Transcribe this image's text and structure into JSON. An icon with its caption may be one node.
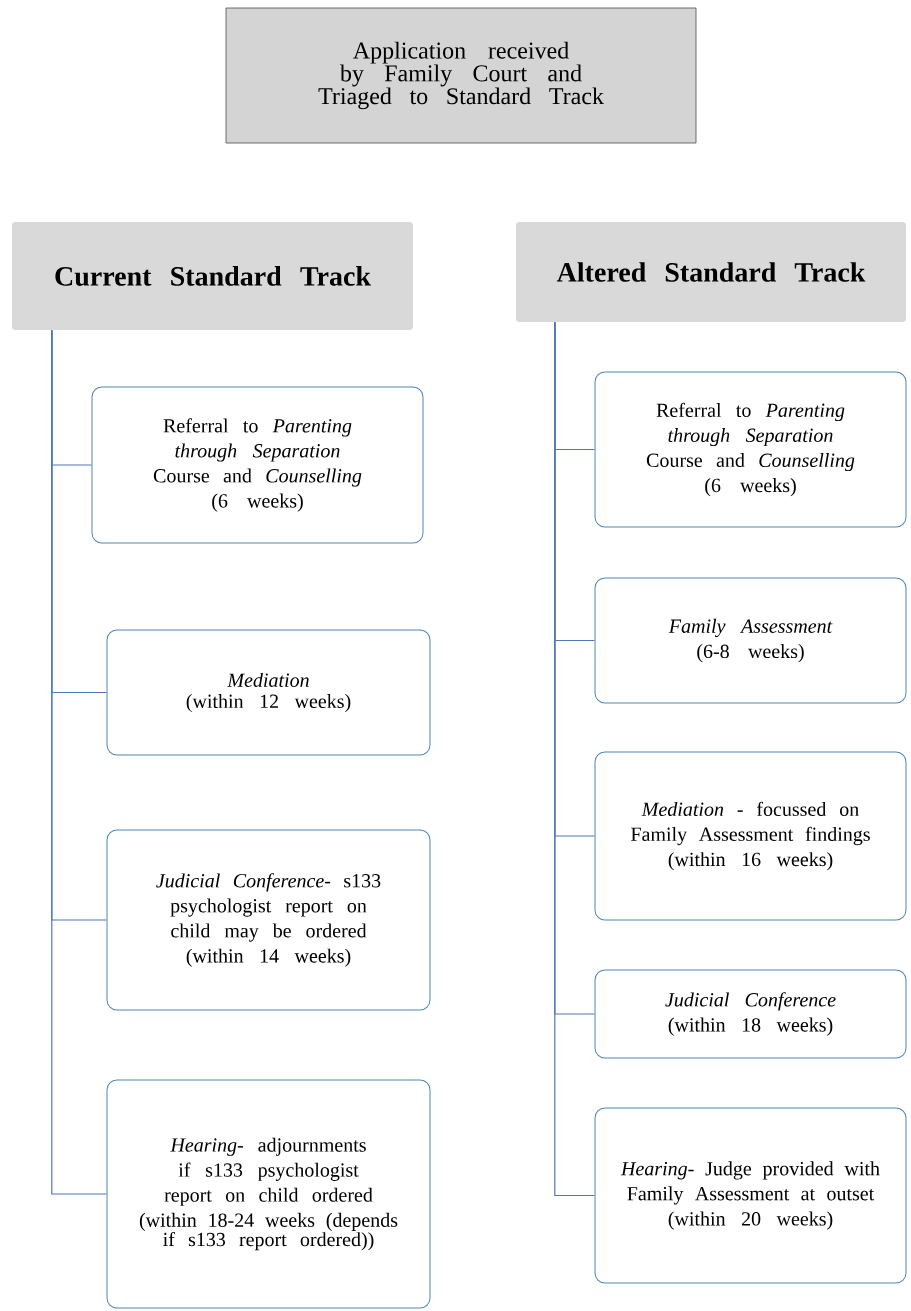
{
  "diagram": {
    "nodes": [
      {
        "text": [
          "Application received by Family Court and Triaged to Standard Track"
        ]
      },
      {
        "text": [
          "Current Standard Track"
        ]
      },
      {
        "text": [
          "Referral to *Parenting through Separation* Course and *Counselling*",
          "(6 weeks)"
        ]
      },
      {
        "text": [
          "Mediation",
          "(within 12 weeks)"
        ]
      },
      {
        "text": [
          "*Judicial Conference*- s133 psychologist report on child may be ordered",
          "(within 14 weeks)"
        ]
      },
      {
        "text": [
          "*Hearing*- adjournments if s133 psychologist report on child ordered",
          "(within 18-24 weeks (depends if s133 report ordered))"
        ]
      },
      {
        "text": [
          "Altered Standard Track"
        ]
      },
      {
        "text": [
          "Referral to *Parenting through Separation* Course and *Counselling*",
          "(6 weeks)"
        ]
      },
      {
        "text": [
          "Family Assessment",
          "(6-8 weeks)"
        ]
      },
      {
        "text": [
          "*Mediation* - focussed on Family Assessment findings",
          "(within 16 weeks)"
        ]
      },
      {
        "text": [
          "Judicial Conference",
          "(within 18 weeks)"
        ]
      },
      {
        "text": [
          "*Hearing*- Judge provided with Family Assessment at outset",
          "(within 20 weeks)"
        ]
      }
    ],
    "edges": [
      {
        "from": 1,
        "to": 2,
        "arrow": "none"
      },
      {
        "from": 1,
        "to": 3,
        "arrow": "none"
      },
      {
        "from": 1,
        "to": 4,
        "arrow": "none"
      },
      {
        "from": 1,
        "to": 5,
        "arrow": "none"
      },
      {
        "from": 6,
        "to": 7,
        "arrow": "none"
      },
      {
        "from": 6,
        "to": 8,
        "arrow": "none"
      },
      {
        "from": 6,
        "to": 9,
        "arrow": "none"
      },
      {
        "from": 6,
        "to": 10,
        "arrow": "none"
      },
      {
        "from": 6,
        "to": 11,
        "arrow": "none"
      }
    ]
  }
}
